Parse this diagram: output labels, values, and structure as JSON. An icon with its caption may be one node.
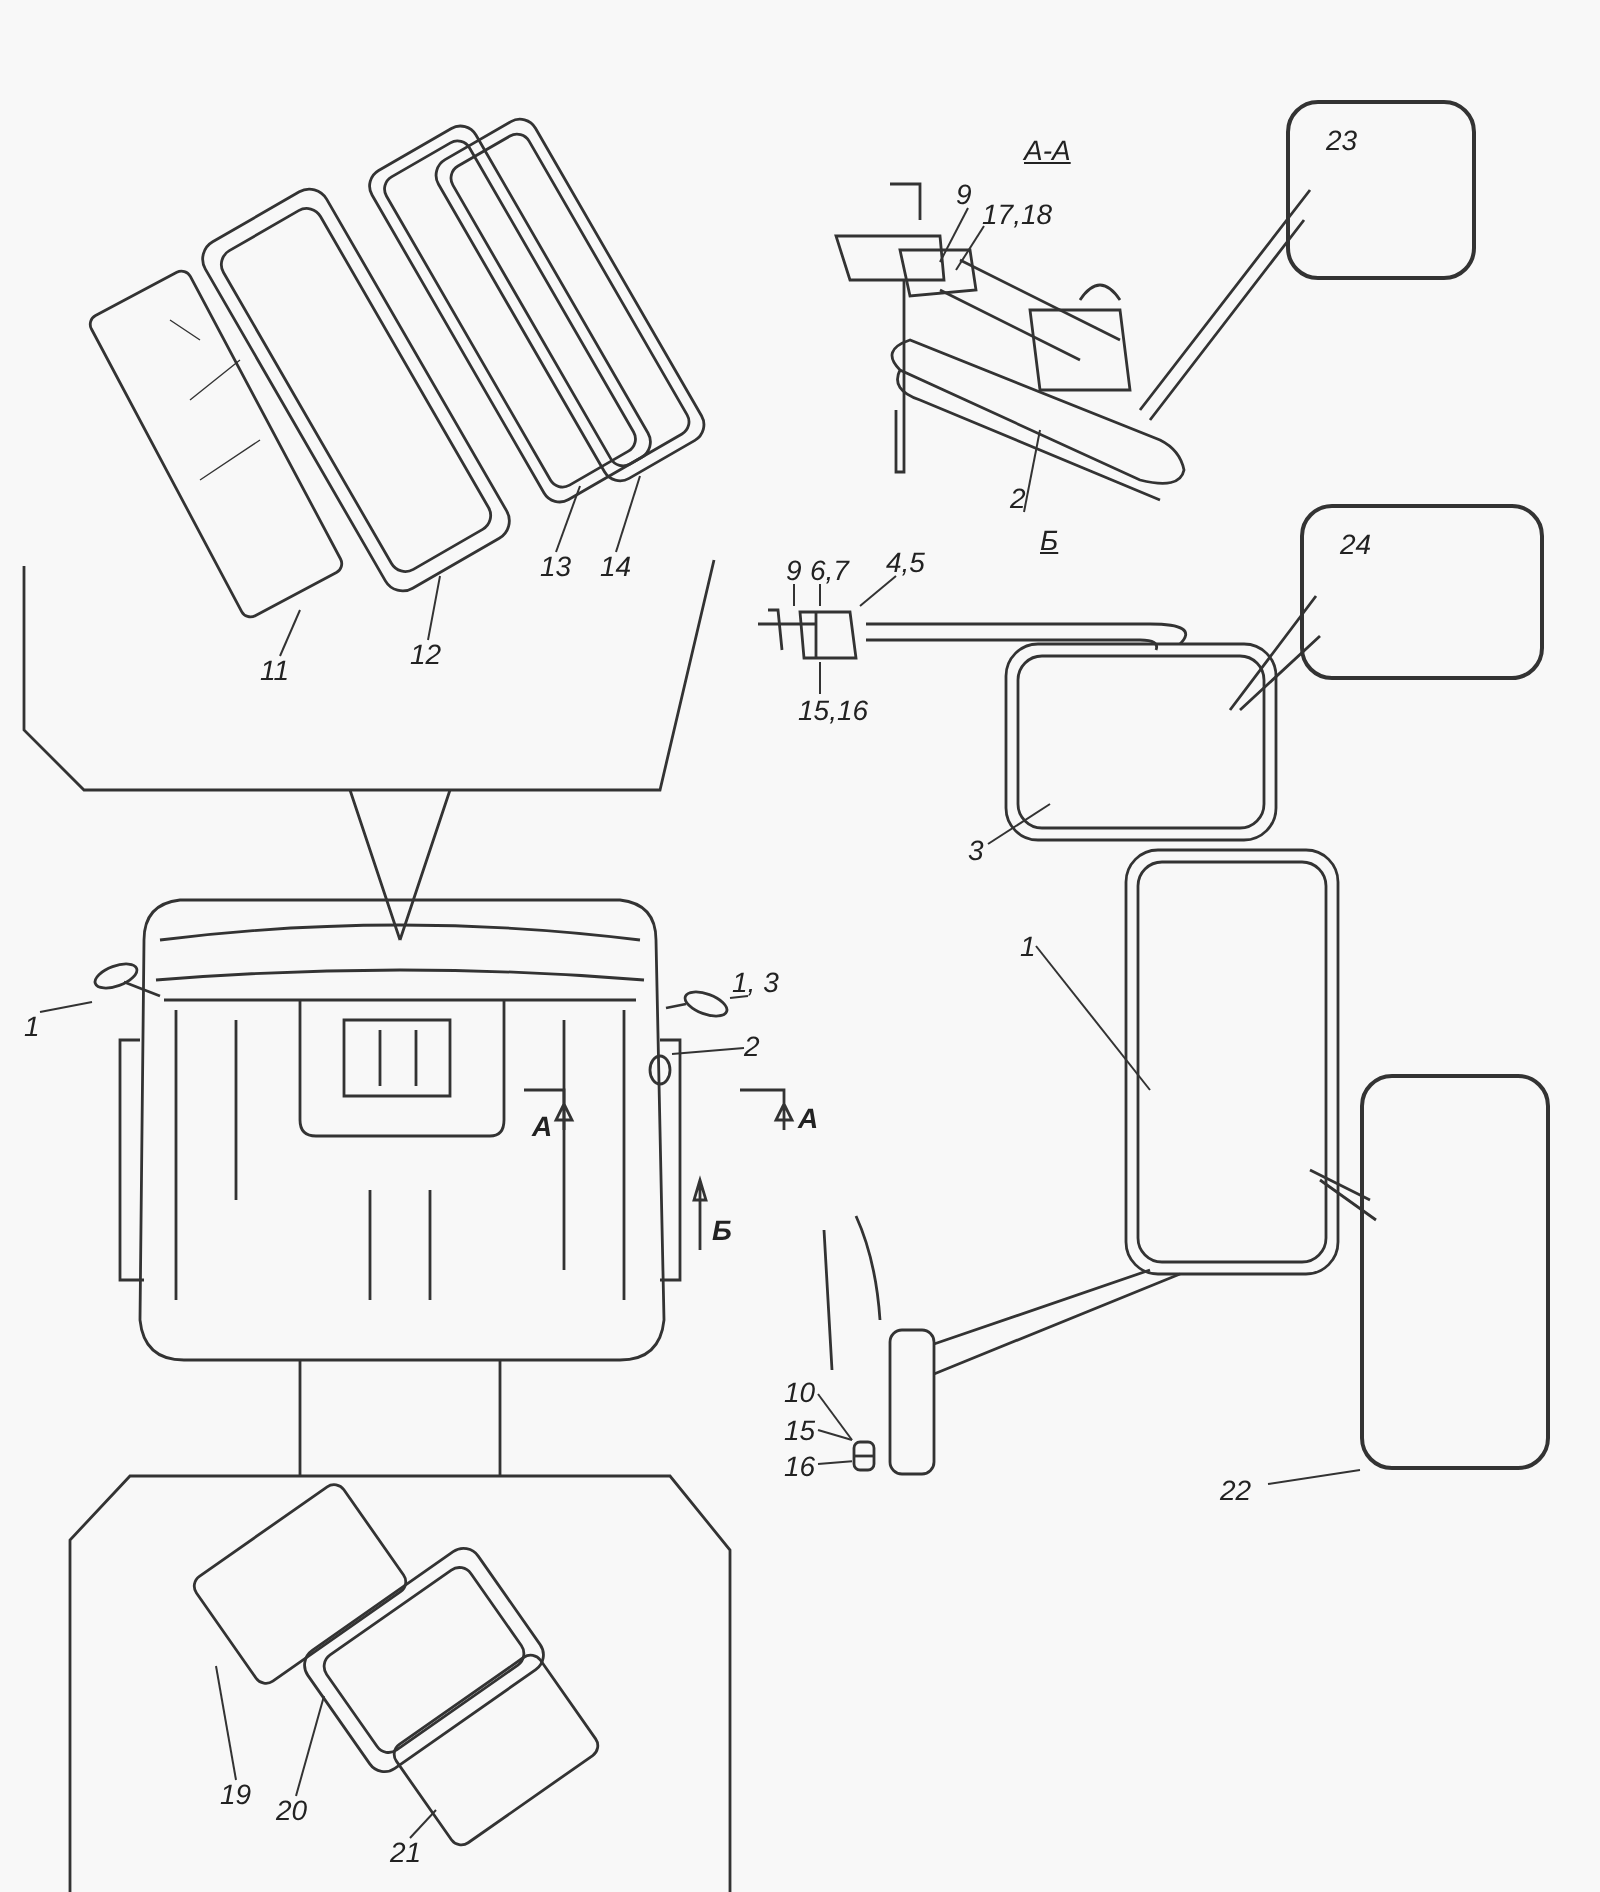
{
  "diagram": {
    "nodes": [
      {
        "text": [
          "23"
        ]
      },
      {
        "text": [
          "24"
        ]
      },
      {
        "text": [],
        "shape": "box"
      },
      {
        "text": [
          "9"
        ]
      },
      {
        "text": [
          "17,18"
        ]
      },
      {
        "text": [
          "2"
        ]
      },
      {
        "text": [
          "9"
        ]
      },
      {
        "text": [
          "6,7"
        ]
      },
      {
        "text": [
          "4,5"
        ]
      },
      {
        "text": [
          "15,16"
        ]
      },
      {
        "text": [
          "3"
        ]
      },
      {
        "text": [
          "1"
        ]
      },
      {
        "text": [
          "22"
        ]
      },
      {
        "text": [
          "10"
        ]
      },
      {
        "text": [
          "15"
        ]
      },
      {
        "text": [
          "16"
        ]
      },
      {
        "text": [
          "11"
        ]
      },
      {
        "text": [
          "12"
        ]
      },
      {
        "text": [
          "13"
        ]
      },
      {
        "text": [
          "14"
        ]
      },
      {
        "text": [
          "1"
        ]
      },
      {
        "text": [
          "1, 3"
        ]
      },
      {
        "text": [
          "2"
        ]
      },
      {
        "text": [
          "19"
        ]
      },
      {
        "text": [
          "20"
        ]
      },
      {
        "text": [
          "21"
        ]
      },
      {
        "text": [],
        "shape": "picture"
      },
      {
        "text": [],
        "shape": "picture"
      },
      {
        "text": [],
        "shape": "circle"
      },
      {
        "text": [],
        "shape": "circle"
      },
      {
        "text": [],
        "shape": "picture"
      }
    ],
    "edges": [
      {
        "from": 3,
        "to": null,
        "arrow": "none"
      },
      {
        "from": 4,
        "to": null,
        "arrow": "none"
      },
      {
        "from": 5,
        "to": null,
        "arrow": "none"
      },
      {
        "from": 6,
        "to": 30,
        "arrow": "none"
      },
      {
        "from": 7,
        "to": 30,
        "arrow": "none"
      },
      {
        "from": 8,
        "to": 30,
        "arrow": "none"
      },
      {
        "from": 9,
        "to": 30,
        "arrow": "none"
      },
      {
        "from": 10,
        "to": null,
        "arrow": "none"
      },
      {
        "from": 11,
        "to": null,
        "arrow": "none"
      },
      {
        "from": 12,
        "to": 2,
        "arrow": "none"
      },
      {
        "from": 13,
        "to": 26,
        "arrow": "none"
      },
      {
        "from": 14,
        "to": 26,
        "arrow": "none"
      },
      {
        "from": 15,
        "to": 26,
        "arrow": "none"
      },
      {
        "from": 16,
        "to": null,
        "arrow": "none"
      },
      {
        "from": 17,
        "to": null,
        "arrow": "none"
      },
      {
        "from": 18,
        "to": null,
        "arrow": "none"
      },
      {
        "from": 19,
        "to": null,
        "arrow": "none"
      },
      {
        "from": 20,
        "to": 27,
        "arrow": "none"
      },
      {
        "from": 21,
        "to": 28,
        "arrow": "none"
      },
      {
        "from": 22,
        "to": 29,
        "arrow": "none"
      },
      {
        "from": 23,
        "to": null,
        "arrow": "none"
      },
      {
        "from": 24,
        "to": null,
        "arrow": "none"
      },
      {
        "from": 25,
        "to": null,
        "arrow": "none"
      }
    ],
    "labels": [
      "А-А",
      "Б",
      "А",
      "А",
      "Б"
    ]
  }
}
